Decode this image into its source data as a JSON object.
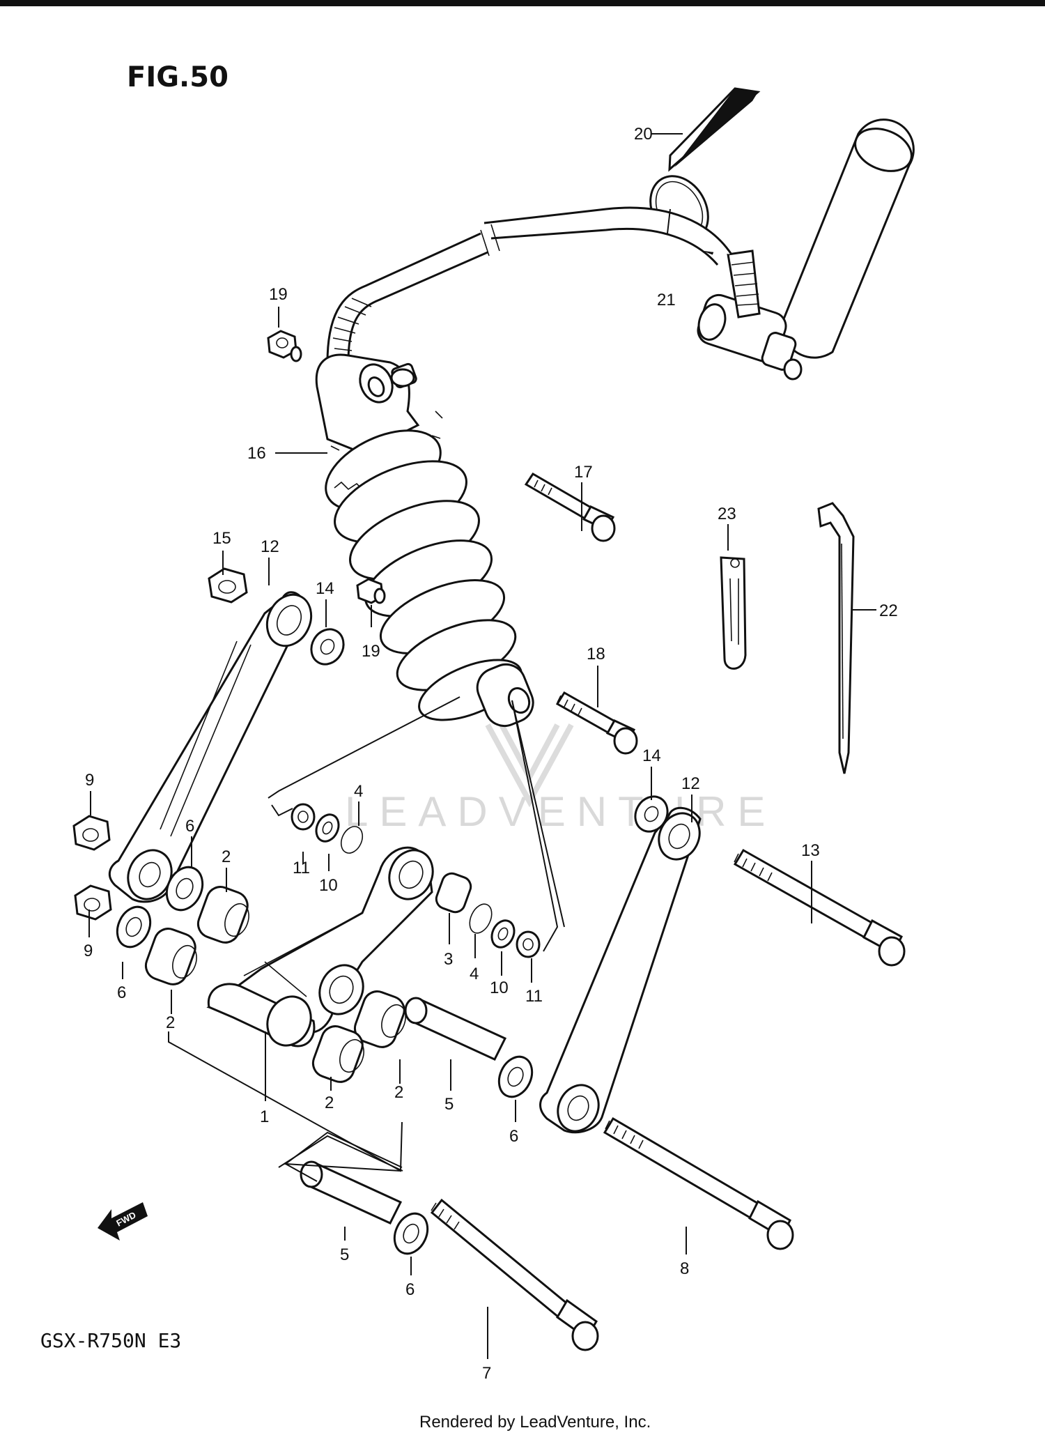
{
  "figure": {
    "title": "FIG.50",
    "model": "GSX-R750N  E3",
    "watermark": "LEADVENTURE",
    "footer": "Rendered by LeadVenture, Inc.",
    "direction_label": "FWD"
  },
  "callouts": {
    "c1": "1",
    "c2a": "2",
    "c2b": "2",
    "c2c": "2",
    "c2d": "2",
    "c3": "3",
    "c4a": "4",
    "c4b": "4",
    "c5a": "5",
    "c5b": "5",
    "c6a": "6",
    "c6b": "6",
    "c6c": "6",
    "c6d": "6",
    "c7": "7",
    "c8": "8",
    "c9a": "9",
    "c9b": "9",
    "c10a": "10",
    "c10b": "10",
    "c11a": "11",
    "c11b": "11",
    "c12a": "12",
    "c12b": "12",
    "c13": "13",
    "c14a": "14",
    "c14b": "14",
    "c15": "15",
    "c16": "16",
    "c17": "17",
    "c18": "18",
    "c19a": "19",
    "c19b": "19",
    "c20": "20",
    "c21": "21",
    "c22": "22",
    "c23": "23"
  }
}
